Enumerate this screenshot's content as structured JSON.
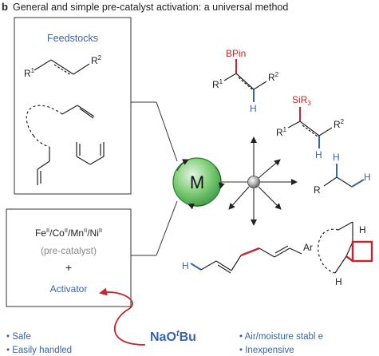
{
  "header": {
    "panel_letter": "b",
    "title": "General and simple pre-catalyst activation: a universal method"
  },
  "feedstocks_box": {
    "label": "Feedstocks",
    "alkyne_sub_r1": "R",
    "alkyne_sup_1": "1",
    "alkyne_sub_r2": "R",
    "alkyne_sup_2": "2"
  },
  "precatalyst_box": {
    "metals": [
      {
        "symbol": "Fe",
        "ox": "II"
      },
      {
        "symbol": "Co",
        "ox": "II"
      },
      {
        "symbol": "Mn",
        "ox": "II"
      },
      {
        "symbol": "Ni",
        "ox": "II"
      }
    ],
    "separator": "/",
    "precatalyst_label": "(pre-catalyst)",
    "plus": "+",
    "activator_label": "Activator"
  },
  "catalyst": {
    "metal_label": "M"
  },
  "activator_reagent": {
    "prefix": "NaO",
    "italic": "t",
    "suffix": "Bu"
  },
  "products": {
    "boryl": {
      "group": "BPin",
      "r1": "R",
      "r1_sup": "1",
      "r2": "R",
      "r2_sup": "2",
      "h": "H"
    },
    "silyl": {
      "group_main": "SiR",
      "group_sub": "3",
      "r1": "R",
      "r1_sup": "1",
      "r2": "R",
      "r2_sup": "2",
      "h": "H"
    },
    "hydrogenation": {
      "r": "R",
      "h1": "H",
      "h2": "H"
    },
    "polymer": {
      "h": "H",
      "ar": "Ar"
    },
    "cyclobutane": {
      "h1": "H",
      "h2": "H"
    }
  },
  "advantages_left": [
    "Safe",
    "Easily handled"
  ],
  "advantages_right": [
    "Air/moisture stabl e",
    "Inexpensive"
  ],
  "colors": {
    "blue": "#3a63a8",
    "red": "#c0272d",
    "gray": "#8a8a8a",
    "black": "#222222",
    "catalyst_green": "#6cc56b",
    "catalyst_dark": "#2d7d34"
  }
}
